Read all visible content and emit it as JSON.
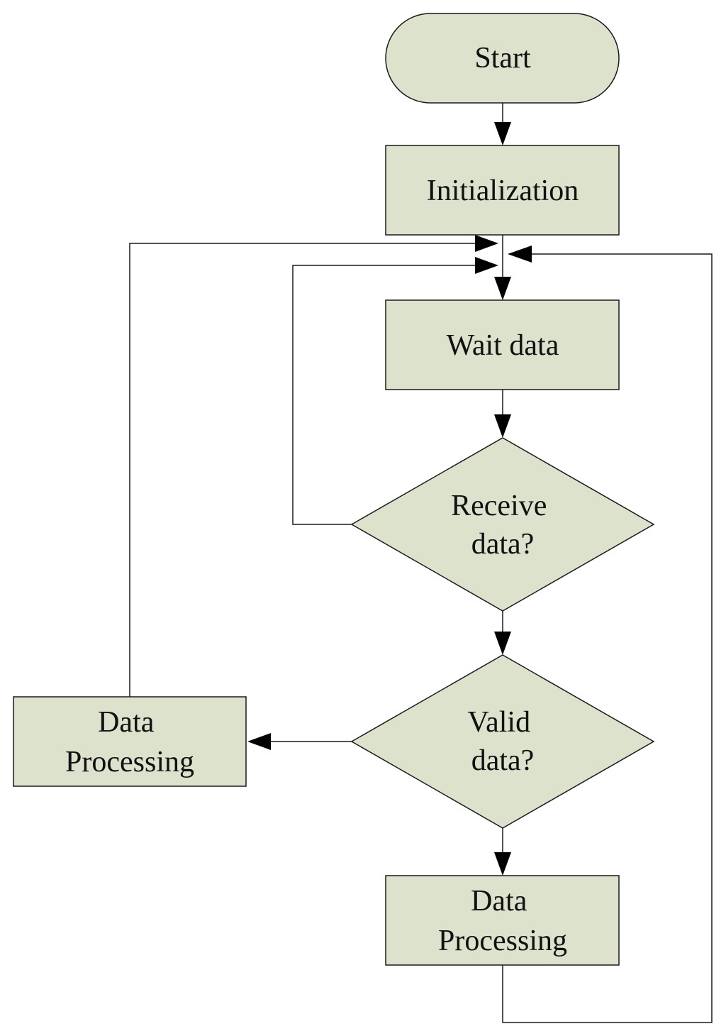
{
  "diagram": {
    "nodes": {
      "start": {
        "lines": [
          "Start"
        ]
      },
      "init": {
        "lines": [
          "Initialization"
        ]
      },
      "wait": {
        "lines": [
          "Wait data"
        ]
      },
      "receive": {
        "lines": [
          "Receive",
          "data?"
        ]
      },
      "valid": {
        "lines": [
          "Valid",
          "data?"
        ]
      },
      "proc_left": {
        "lines": [
          "Data",
          "Processing"
        ]
      },
      "proc_bottom": {
        "lines": [
          "Data",
          "Processing"
        ]
      }
    },
    "colors": {
      "node_fill": "#dde2cd",
      "stroke": "#1a1a1a",
      "arrow": "#000000",
      "text": "#111111"
    }
  }
}
